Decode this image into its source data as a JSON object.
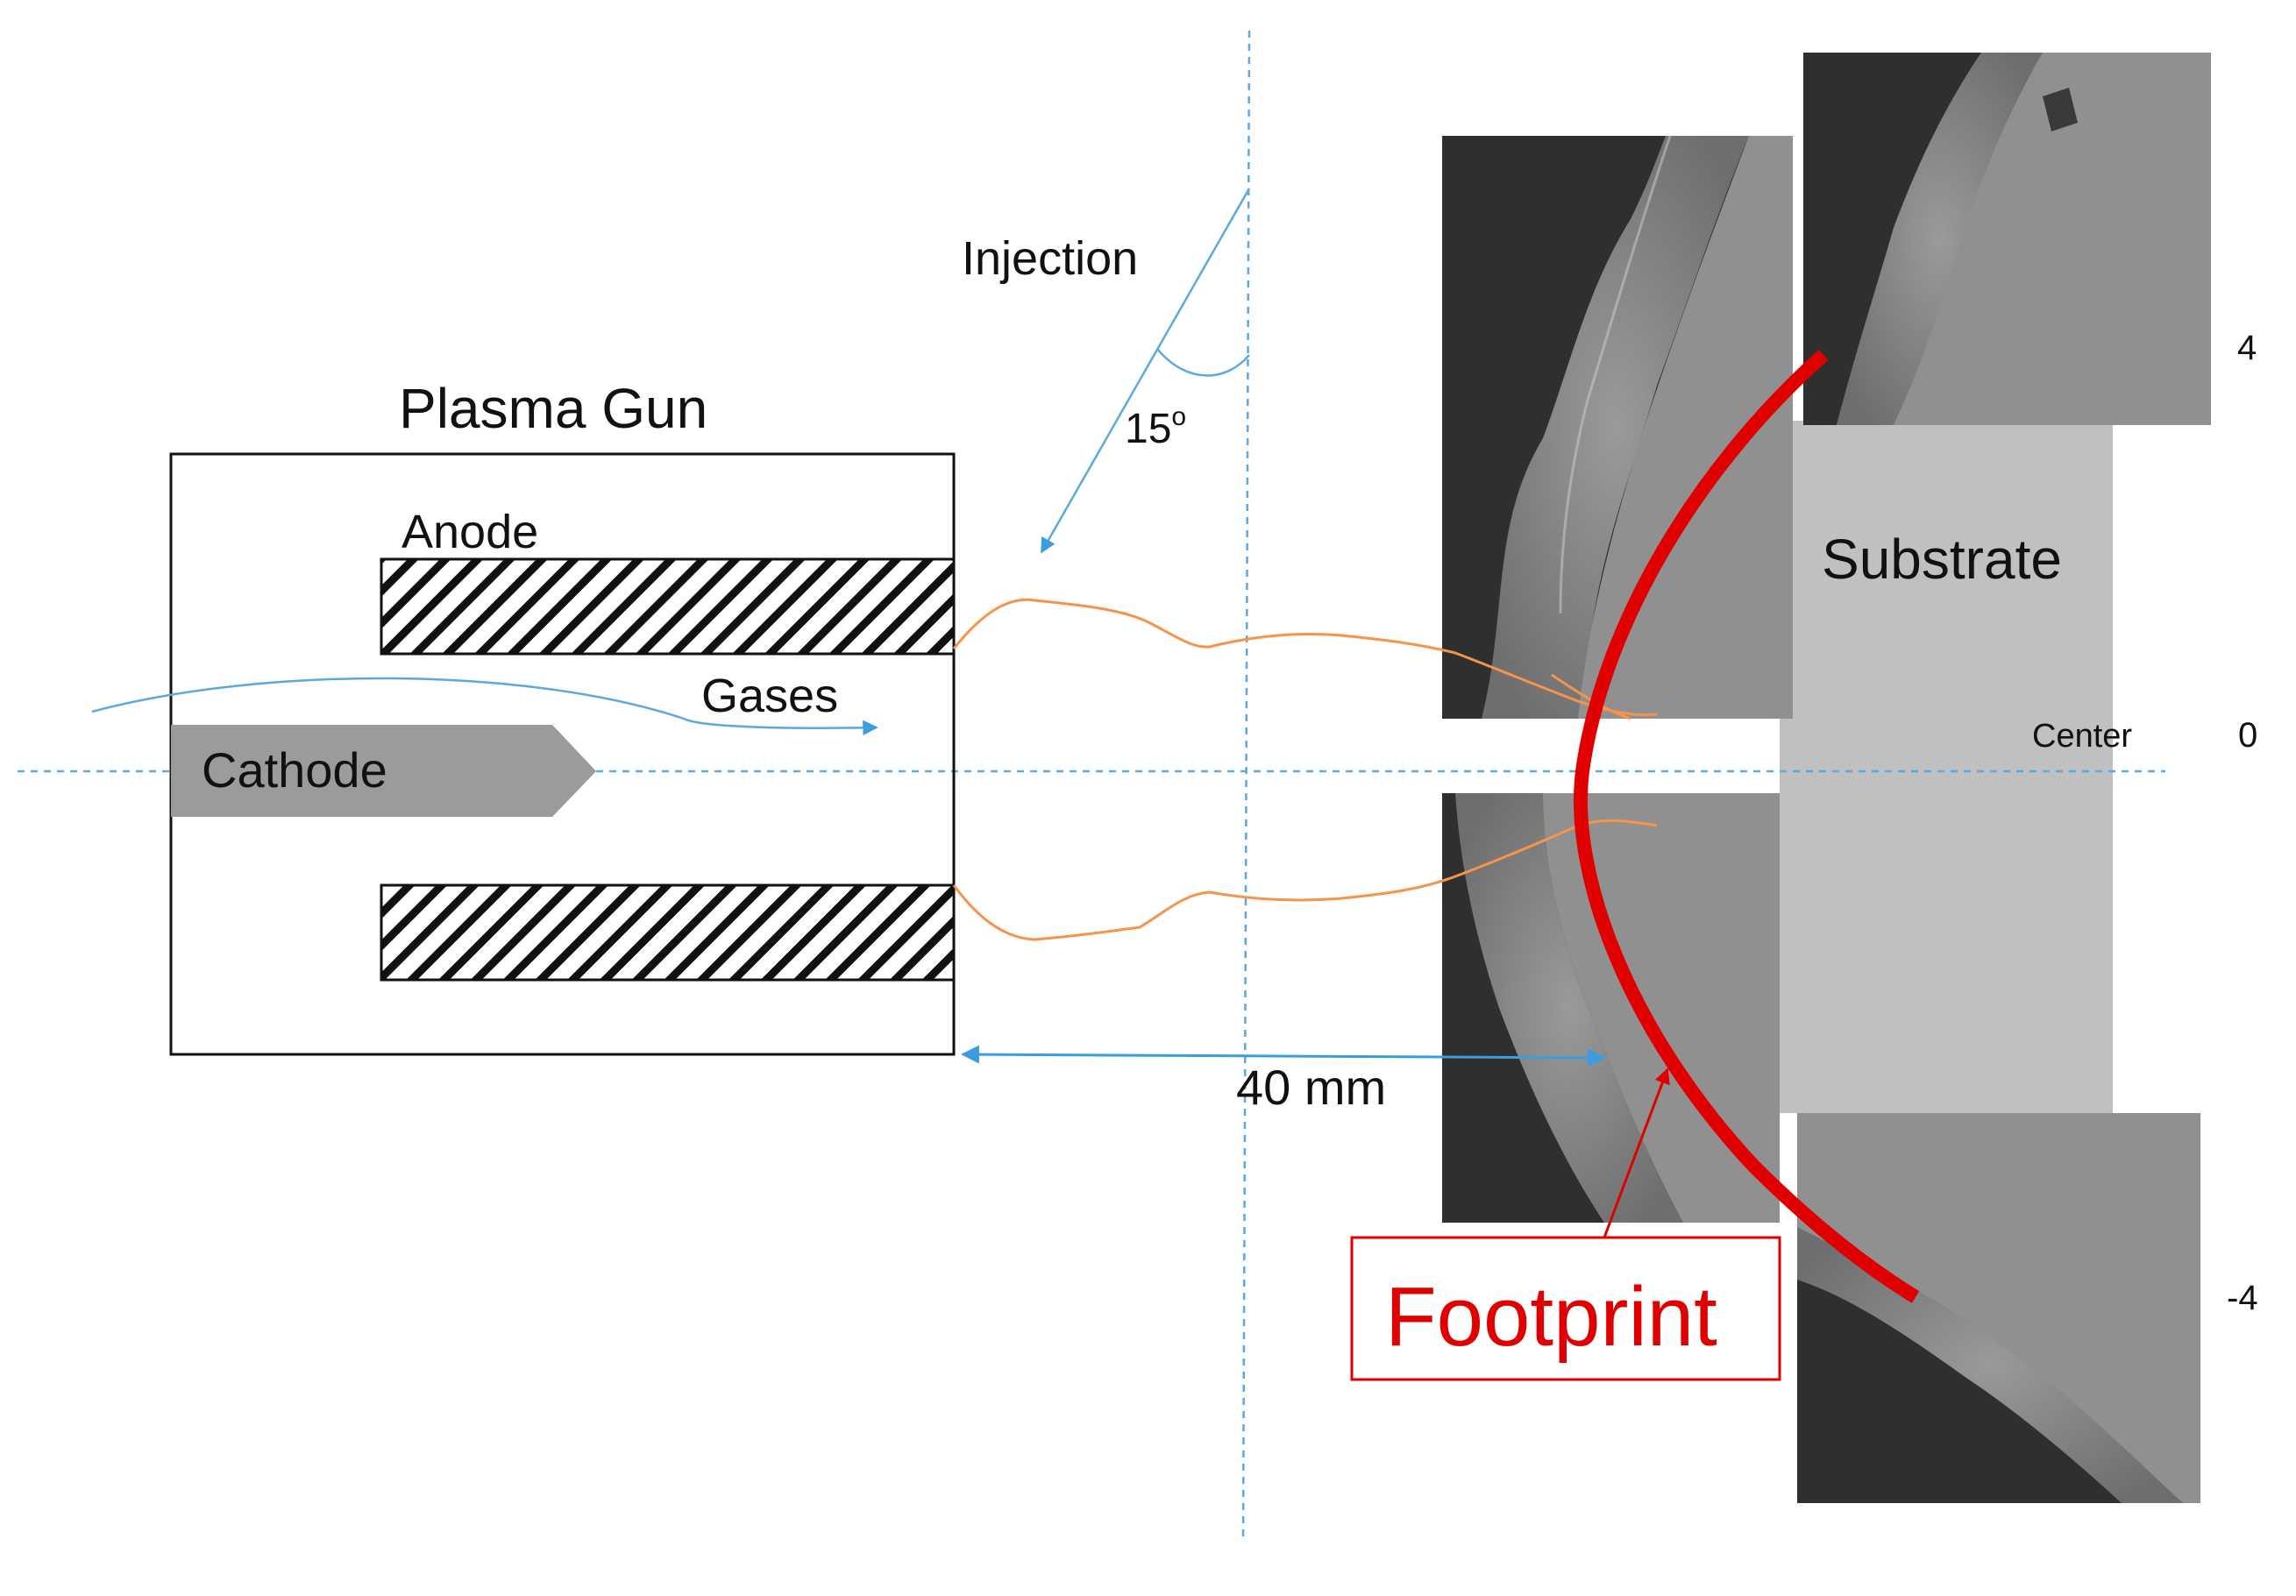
{
  "labels": {
    "plasma_gun": "Plasma Gun",
    "anode": "Anode",
    "gases": "Gases",
    "cathode": "Cathode",
    "injection": "Injection",
    "angle": "15",
    "angle_unit": "o",
    "distance": "40 mm",
    "substrate": "Substrate",
    "center": "Center",
    "footprint": "Footprint"
  },
  "position_axis": [
    "4",
    "0",
    "-4"
  ],
  "colors": {
    "footprint": "#e00000",
    "plasma_plume": "#f5944a",
    "guide_lines": "#5aa9e0",
    "substrate": "#c0c0c0",
    "cathode": "#9b9b9b",
    "micrograph_dark": "#2f2f2f",
    "micrograph_coating": "#8a8a8a",
    "micrograph_substrate": "#8f8f8f"
  }
}
